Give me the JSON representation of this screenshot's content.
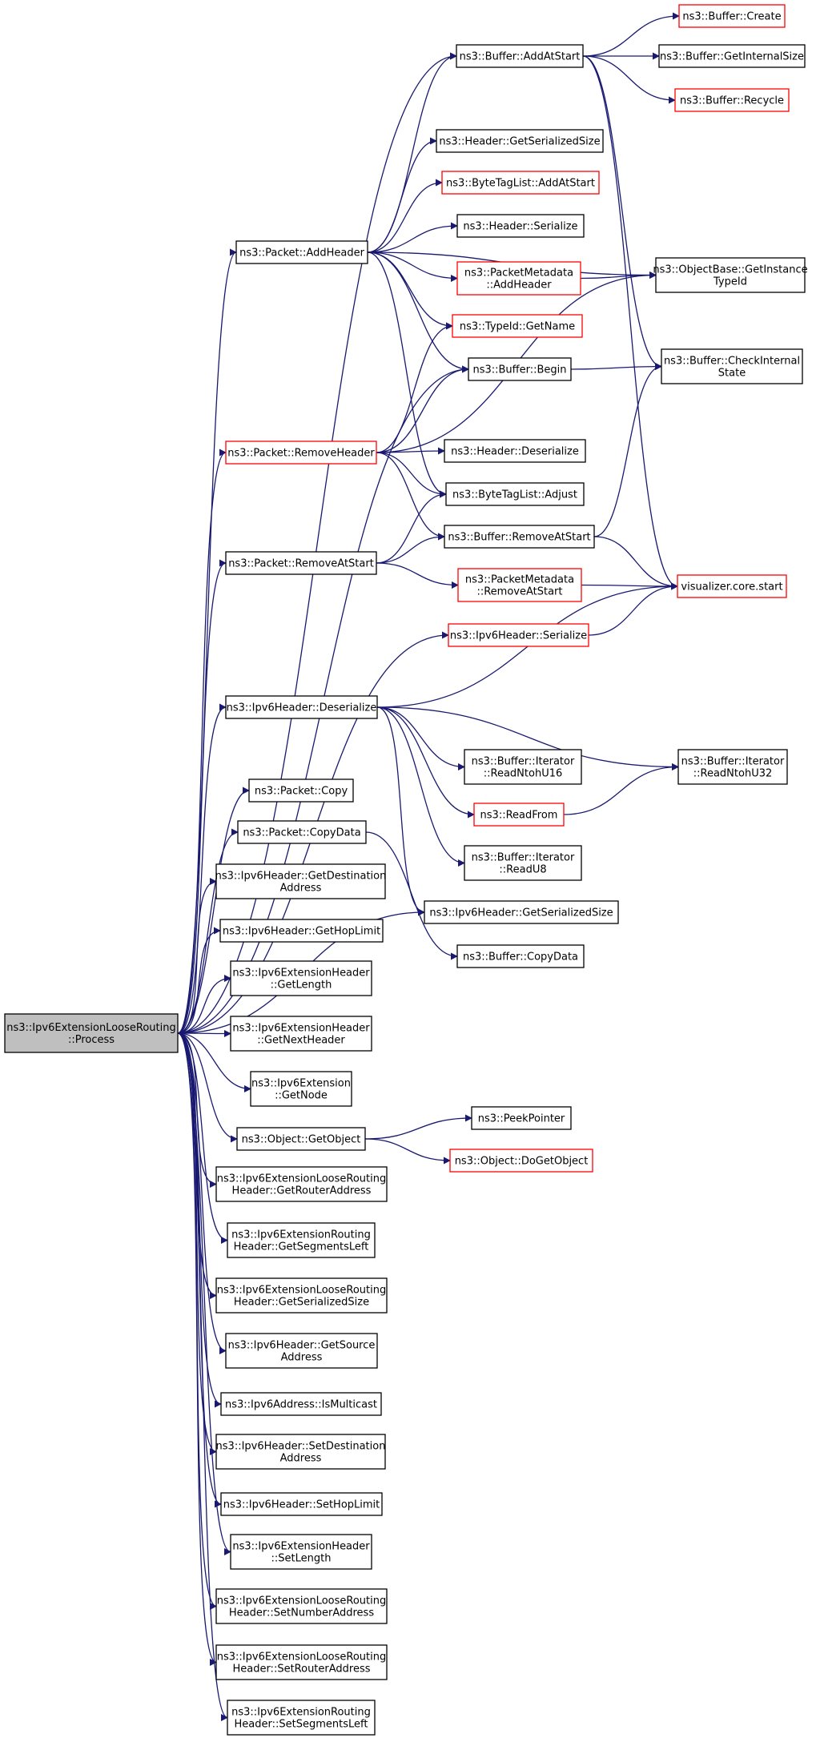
{
  "colors": {
    "edge": "#191970",
    "border_normal": "#000000",
    "border_incomplete": "#ff0000",
    "root_fill": "#bfbfbf",
    "node_fill": "#ffffff"
  },
  "root": {
    "lines": [
      "ns3::Ipv6ExtensionLooseRouting",
      "::Process"
    ]
  },
  "nodes": [
    {
      "id": "buf_addatstart",
      "lines": [
        "ns3::Buffer::AddAtStart"
      ],
      "style": "normal"
    },
    {
      "id": "buf_create",
      "lines": [
        "ns3::Buffer::Create"
      ],
      "style": "incomplete"
    },
    {
      "id": "buf_getinternalsize",
      "lines": [
        "ns3::Buffer::GetInternalSize"
      ],
      "style": "normal"
    },
    {
      "id": "buf_recycle",
      "lines": [
        "ns3::Buffer::Recycle"
      ],
      "style": "incomplete"
    },
    {
      "id": "hdr_getserializedsize",
      "lines": [
        "ns3::Header::GetSerializedSize"
      ],
      "style": "normal"
    },
    {
      "id": "btl_addatstart",
      "lines": [
        "ns3::ByteTagList::AddAtStart"
      ],
      "style": "incomplete"
    },
    {
      "id": "pkt_addheader",
      "lines": [
        "ns3::Packet::AddHeader"
      ],
      "style": "normal"
    },
    {
      "id": "hdr_serialize",
      "lines": [
        "ns3::Header::Serialize"
      ],
      "style": "normal"
    },
    {
      "id": "pmd_addheader",
      "lines": [
        "ns3::PacketMetadata",
        "::AddHeader"
      ],
      "style": "incomplete"
    },
    {
      "id": "ob_getinstancetypeid",
      "lines": [
        "ns3::ObjectBase::GetInstance",
        "TypeId"
      ],
      "style": "normal"
    },
    {
      "id": "typeid_getname",
      "lines": [
        "ns3::TypeId::GetName"
      ],
      "style": "incomplete"
    },
    {
      "id": "buf_begin",
      "lines": [
        "ns3::Buffer::Begin"
      ],
      "style": "normal"
    },
    {
      "id": "buf_checkinternalstate",
      "lines": [
        "ns3::Buffer::CheckInternal",
        "State"
      ],
      "style": "normal"
    },
    {
      "id": "pkt_removeheader",
      "lines": [
        "ns3::Packet::RemoveHeader"
      ],
      "style": "incomplete"
    },
    {
      "id": "hdr_deserialize",
      "lines": [
        "ns3::Header::Deserialize"
      ],
      "style": "normal"
    },
    {
      "id": "btl_adjust",
      "lines": [
        "ns3::ByteTagList::Adjust"
      ],
      "style": "normal"
    },
    {
      "id": "pkt_removeatstart",
      "lines": [
        "ns3::Packet::RemoveAtStart"
      ],
      "style": "normal"
    },
    {
      "id": "buf_removeatstart",
      "lines": [
        "ns3::Buffer::RemoveAtStart"
      ],
      "style": "normal"
    },
    {
      "id": "pmd_removeatstart",
      "lines": [
        "ns3::PacketMetadata",
        "::RemoveAtStart"
      ],
      "style": "incomplete"
    },
    {
      "id": "vis_start",
      "lines": [
        "visualizer.core.start"
      ],
      "style": "incomplete"
    },
    {
      "id": "ipv6h_serialize",
      "lines": [
        "ns3::Ipv6Header::Serialize"
      ],
      "style": "incomplete"
    },
    {
      "id": "ipv6h_deserialize",
      "lines": [
        "ns3::Ipv6Header::Deserialize"
      ],
      "style": "normal"
    },
    {
      "id": "it_readntohu16",
      "lines": [
        "ns3::Buffer::Iterator",
        "::ReadNtohU16"
      ],
      "style": "normal"
    },
    {
      "id": "it_readntohu32",
      "lines": [
        "ns3::Buffer::Iterator",
        "::ReadNtohU32"
      ],
      "style": "normal"
    },
    {
      "id": "readfrom",
      "lines": [
        "ns3::ReadFrom"
      ],
      "style": "incomplete"
    },
    {
      "id": "pkt_copy",
      "lines": [
        "ns3::Packet::Copy"
      ],
      "style": "normal"
    },
    {
      "id": "it_readu8",
      "lines": [
        "ns3::Buffer::Iterator",
        "::ReadU8"
      ],
      "style": "normal"
    },
    {
      "id": "pkt_copydata",
      "lines": [
        "ns3::Packet::CopyData"
      ],
      "style": "normal"
    },
    {
      "id": "ipv6h_getdestinationaddress",
      "lines": [
        "ns3::Ipv6Header::GetDestination",
        "Address"
      ],
      "style": "normal"
    },
    {
      "id": "ipv6h_getserializedsize",
      "lines": [
        "ns3::Ipv6Header::GetSerializedSize"
      ],
      "style": "normal"
    },
    {
      "id": "buf_copydata",
      "lines": [
        "ns3::Buffer::CopyData"
      ],
      "style": "normal"
    },
    {
      "id": "ipv6h_gethoplimit",
      "lines": [
        "ns3::Ipv6Header::GetHopLimit"
      ],
      "style": "normal"
    },
    {
      "id": "exth_getlength",
      "lines": [
        "ns3::Ipv6ExtensionHeader",
        "::GetLength"
      ],
      "style": "normal"
    },
    {
      "id": "exth_getnextheader",
      "lines": [
        "ns3::Ipv6ExtensionHeader",
        "::GetNextHeader"
      ],
      "style": "normal"
    },
    {
      "id": "ext_getnode",
      "lines": [
        "ns3::Ipv6Extension",
        "::GetNode"
      ],
      "style": "normal"
    },
    {
      "id": "obj_getobject",
      "lines": [
        "ns3::Object::GetObject"
      ],
      "style": "normal"
    },
    {
      "id": "peekpointer",
      "lines": [
        "ns3::PeekPointer"
      ],
      "style": "normal"
    },
    {
      "id": "obj_dogetobject",
      "lines": [
        "ns3::Object::DoGetObject"
      ],
      "style": "incomplete"
    },
    {
      "id": "lrh_getrouteraddress",
      "lines": [
        "ns3::Ipv6ExtensionLooseRouting",
        "Header::GetRouterAddress"
      ],
      "style": "normal"
    },
    {
      "id": "rh_getsegmentsleft",
      "lines": [
        "ns3::Ipv6ExtensionRouting",
        "Header::GetSegmentsLeft"
      ],
      "style": "normal"
    },
    {
      "id": "lrh_getserializedsize",
      "lines": [
        "ns3::Ipv6ExtensionLooseRouting",
        "Header::GetSerializedSize"
      ],
      "style": "normal"
    },
    {
      "id": "ipv6h_getsourceaddress",
      "lines": [
        "ns3::Ipv6Header::GetSource",
        "Address"
      ],
      "style": "normal"
    },
    {
      "id": "ipv6addr_ismulticast",
      "lines": [
        "ns3::Ipv6Address::IsMulticast"
      ],
      "style": "normal"
    },
    {
      "id": "ipv6h_setdestinationaddress",
      "lines": [
        "ns3::Ipv6Header::SetDestination",
        "Address"
      ],
      "style": "normal"
    },
    {
      "id": "ipv6h_sethoplimit",
      "lines": [
        "ns3::Ipv6Header::SetHopLimit"
      ],
      "style": "normal"
    },
    {
      "id": "exth_setlength",
      "lines": [
        "ns3::Ipv6ExtensionHeader",
        "::SetLength"
      ],
      "style": "normal"
    },
    {
      "id": "lrh_setnumberaddress",
      "lines": [
        "ns3::Ipv6ExtensionLooseRouting",
        "Header::SetNumberAddress"
      ],
      "style": "normal"
    },
    {
      "id": "lrh_setrouteraddress",
      "lines": [
        "ns3::Ipv6ExtensionLooseRouting",
        "Header::SetRouterAddress"
      ],
      "style": "normal"
    },
    {
      "id": "rh_setsegmentsleft",
      "lines": [
        "ns3::Ipv6ExtensionRouting",
        "Header::SetSegmentsLeft"
      ],
      "style": "normal"
    }
  ],
  "edges": [
    [
      "root",
      "buf_addatstart"
    ],
    [
      "root",
      "pkt_addheader"
    ],
    [
      "root",
      "buf_begin"
    ],
    [
      "root",
      "pkt_removeheader"
    ],
    [
      "root",
      "pkt_removeatstart"
    ],
    [
      "root",
      "ipv6h_serialize"
    ],
    [
      "root",
      "ipv6h_deserialize"
    ],
    [
      "root",
      "pkt_copy"
    ],
    [
      "root",
      "pkt_copydata"
    ],
    [
      "root",
      "ipv6h_getdestinationaddress"
    ],
    [
      "root",
      "ipv6h_getserializedsize"
    ],
    [
      "root",
      "ipv6h_gethoplimit"
    ],
    [
      "root",
      "exth_getlength"
    ],
    [
      "root",
      "exth_getnextheader"
    ],
    [
      "root",
      "ext_getnode"
    ],
    [
      "root",
      "obj_getobject"
    ],
    [
      "root",
      "lrh_getrouteraddress"
    ],
    [
      "root",
      "rh_getsegmentsleft"
    ],
    [
      "root",
      "lrh_getserializedsize"
    ],
    [
      "root",
      "ipv6h_getsourceaddress"
    ],
    [
      "root",
      "ipv6addr_ismulticast"
    ],
    [
      "root",
      "ipv6h_setdestinationaddress"
    ],
    [
      "root",
      "ipv6h_sethoplimit"
    ],
    [
      "root",
      "exth_setlength"
    ],
    [
      "root",
      "lrh_setnumberaddress"
    ],
    [
      "root",
      "lrh_setrouteraddress"
    ],
    [
      "root",
      "rh_setsegmentsleft"
    ],
    [
      "buf_addatstart",
      "buf_create"
    ],
    [
      "buf_addatstart",
      "buf_getinternalsize"
    ],
    [
      "buf_addatstart",
      "buf_recycle"
    ],
    [
      "buf_addatstart",
      "buf_checkinternalstate"
    ],
    [
      "buf_addatstart",
      "vis_start"
    ],
    [
      "pkt_addheader",
      "buf_addatstart"
    ],
    [
      "pkt_addheader",
      "hdr_getserializedsize"
    ],
    [
      "pkt_addheader",
      "btl_addatstart"
    ],
    [
      "pkt_addheader",
      "hdr_serialize"
    ],
    [
      "pkt_addheader",
      "pmd_addheader"
    ],
    [
      "pkt_addheader",
      "ob_getinstancetypeid"
    ],
    [
      "pkt_addheader",
      "typeid_getname"
    ],
    [
      "pkt_addheader",
      "buf_begin"
    ],
    [
      "pkt_addheader",
      "btl_adjust"
    ],
    [
      "pmd_addheader",
      "ob_getinstancetypeid"
    ],
    [
      "buf_begin",
      "buf_checkinternalstate"
    ],
    [
      "pkt_removeheader",
      "typeid_getname"
    ],
    [
      "pkt_removeheader",
      "buf_begin"
    ],
    [
      "pkt_removeheader",
      "ob_getinstancetypeid"
    ],
    [
      "pkt_removeheader",
      "hdr_deserialize"
    ],
    [
      "pkt_removeheader",
      "btl_adjust"
    ],
    [
      "pkt_removeheader",
      "buf_removeatstart"
    ],
    [
      "pkt_removeatstart",
      "btl_adjust"
    ],
    [
      "pkt_removeatstart",
      "buf_removeatstart"
    ],
    [
      "pkt_removeatstart",
      "pmd_removeatstart"
    ],
    [
      "buf_removeatstart",
      "buf_checkinternalstate"
    ],
    [
      "buf_removeatstart",
      "vis_start"
    ],
    [
      "pmd_removeatstart",
      "vis_start"
    ],
    [
      "ipv6h_serialize",
      "vis_start"
    ],
    [
      "ipv6h_deserialize",
      "vis_start"
    ],
    [
      "ipv6h_deserialize",
      "it_readntohu16"
    ],
    [
      "ipv6h_deserialize",
      "it_readntohu32"
    ],
    [
      "ipv6h_deserialize",
      "readfrom"
    ],
    [
      "ipv6h_deserialize",
      "it_readu8"
    ],
    [
      "ipv6h_deserialize",
      "ipv6h_getserializedsize"
    ],
    [
      "readfrom",
      "it_readntohu32"
    ],
    [
      "pkt_copydata",
      "buf_copydata"
    ],
    [
      "obj_getobject",
      "peekpointer"
    ],
    [
      "obj_getobject",
      "obj_dogetobject"
    ]
  ]
}
